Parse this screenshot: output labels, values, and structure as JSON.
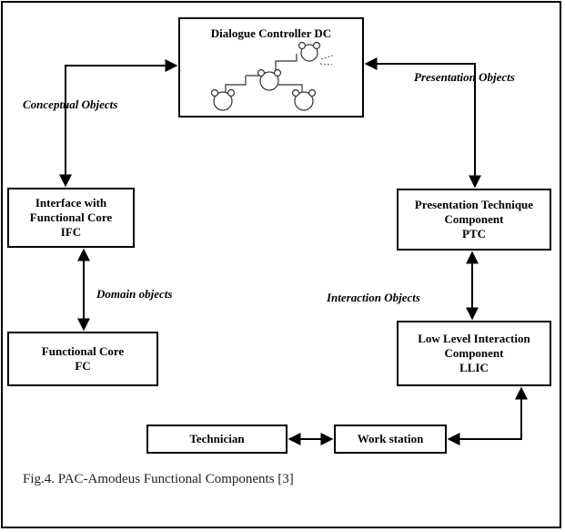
{
  "boxes": {
    "dc": {
      "lines": [
        "Dialogue Controller DC"
      ]
    },
    "ifc": {
      "lines": [
        "Interface with",
        "Functional Core",
        "IFC"
      ]
    },
    "fc": {
      "lines": [
        "Functional Core",
        "FC"
      ]
    },
    "ptc": {
      "lines": [
        "Presentation Technique",
        "Component",
        "PTC"
      ]
    },
    "llic": {
      "lines": [
        "Low Level Interaction",
        "Component",
        "LLIC"
      ]
    },
    "technician": {
      "lines": [
        "Technician"
      ]
    },
    "workstation": {
      "lines": [
        "Work station"
      ]
    }
  },
  "labels": {
    "conceptual": "Conceptual Objects",
    "presentation": "Presentation Objects",
    "domain": "Domain objects",
    "interaction": "Interaction Objects"
  },
  "caption": "Fig.4. PAC-Amodeus Functional Components [3]"
}
